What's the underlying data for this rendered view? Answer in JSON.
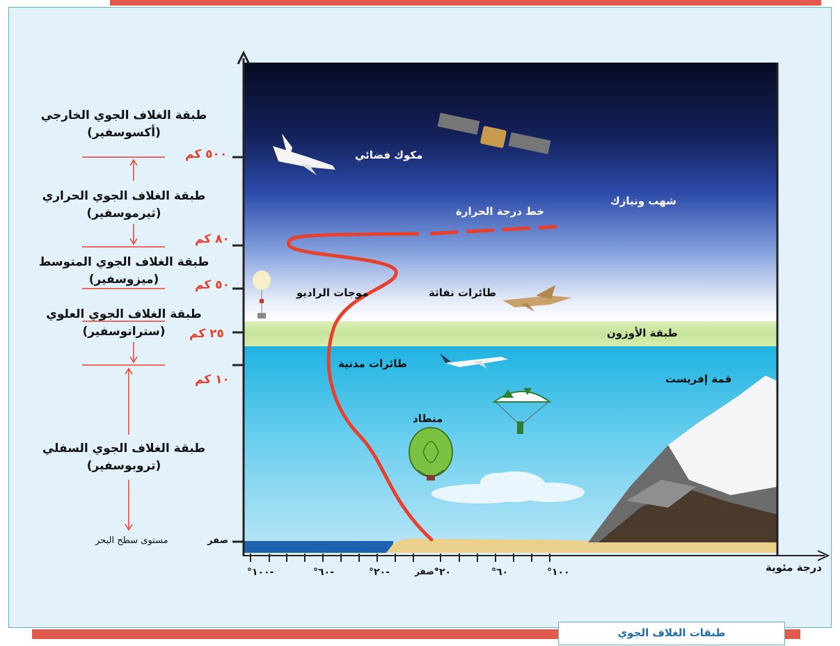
{
  "layers": [
    {
      "name": "طبقة الغلاف الجوي الخارجي",
      "sub": "(أكسوسفير)"
    },
    {
      "name": "طبقة الغلاف الجوي الحراري",
      "sub": "(ثيرموسفير)"
    },
    {
      "name": "طبقة الغلاف الجوي المتوسط",
      "sub": "(ميزوسفير)"
    },
    {
      "name": "طبقة الغلاف الجوي العلوي",
      "sub": "(ستراتوسفير)"
    },
    {
      "name": "طبقة الغلاف الجوي السفلي",
      "sub": "(تروبوسفير)"
    }
  ],
  "altitudes": [
    "٥٠٠ كم",
    "٨٠ كم",
    "٥٠ كم",
    "٢٥ كم",
    "١٠ كم"
  ],
  "zero_label": "صفر",
  "sea_level": "مستوى سطح البحر",
  "scene": {
    "shuttle": "مكوك فضائي",
    "meteors": "شهب ونيازك",
    "temp_line": "خط درجة الحرارة",
    "radio": "موجات الراديو",
    "jets": "طائرات نفاثة",
    "ozone": "طبقة الأوزون",
    "planes": "طائرات مدنية",
    "everest": "قمة إفريست",
    "balloon": "منطاد"
  },
  "temp_axis": {
    "title": "درجة مئوية",
    "ticks": [
      "°١٠٠-",
      "°٦٠-",
      "°٢٠-",
      "صفر°",
      "°٢٠",
      "°٦٠",
      "°١٠٠"
    ]
  },
  "caption": "طبقات الغلاف الجوي",
  "colors": {
    "accent_red": "#e3594b",
    "frame": "#5bb3c6",
    "ozone": "#c6e39a",
    "caption_text": "#1f6fa8"
  }
}
